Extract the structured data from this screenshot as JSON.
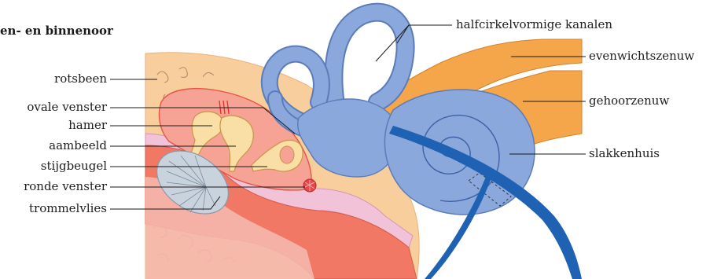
{
  "title": "en- en binnenoor",
  "labels_left": {
    "rotsbeen": "rotsbeen",
    "ovale_venster": "ovale venster",
    "hamer": "hamer",
    "aambeeld": "aambeeld",
    "stijgbeugel": "stijgbeugel",
    "ronde_venster": "ronde venster",
    "trommelvlies": "trommelvlies"
  },
  "labels_right": {
    "halfcirkelvormige_kanalen": "halfcirkelvormige kanalen",
    "evenwichtszenuw": "evenwichtszenuw",
    "gehoorzenuw": "gehoorzenuw",
    "slakkenhuis": "slakkenhuis"
  },
  "colors": {
    "bone": "#f8cf9c",
    "labyrinth_blue": "#8aa8dc",
    "labyrinth_stroke": "#5b7cb8",
    "nerve_orange": "#f5a64a",
    "tissue_red": "#f07865",
    "tissue_pink": "#f5b7ac",
    "canal_pink": "#f1c2d8",
    "ossicle_cream": "#f9dfa6",
    "eardrum_gray": "#c9d3dd",
    "dark_blue_duct": "#1f62b4"
  }
}
